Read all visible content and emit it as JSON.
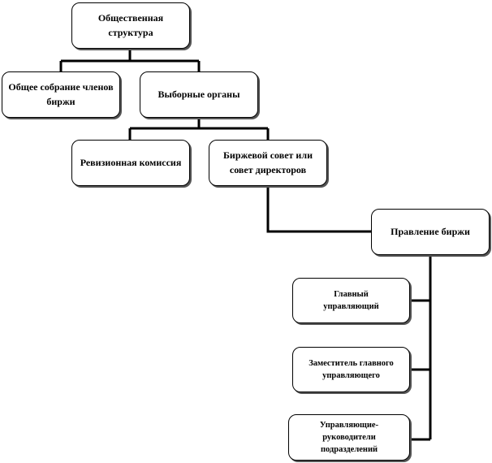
{
  "nodes": {
    "public_structure": "Общественная структура",
    "general_meeting": "Общее собрание членов биржи",
    "elected_bodies": "Выборные органы",
    "audit_commission": "Ревизионная комиссия",
    "exchange_council": "Биржевой совет или совет директоров",
    "exchange_board": "Правление биржи",
    "chief_manager": "Главный управляющий",
    "deputy_chief_manager": "Заместитель главного управляющего",
    "division_managers": "Управляющие-руководители подразделений"
  }
}
